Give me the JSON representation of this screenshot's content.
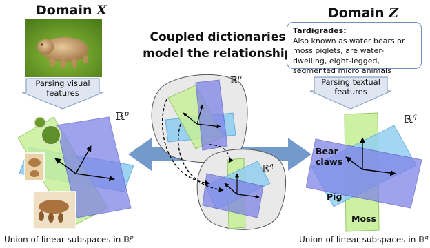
{
  "left": {
    "title_prefix": "Domain ",
    "title_var": "X",
    "arrow_label_line1": "Parsing visual",
    "arrow_label_line2": "features",
    "space_label": "ℝ",
    "space_sup": "p",
    "caption": "Union of linear subspaces in ℝ",
    "caption_sup": "p"
  },
  "center": {
    "title_line1": "Coupled dictionaries",
    "title_line2": "model the relationship",
    "top_space_label": "ℝ",
    "top_space_sup": "p",
    "bottom_space_label": "ℝ",
    "bottom_space_sup": "q"
  },
  "right": {
    "title_prefix": "Domain ",
    "title_var": "Z",
    "textbox_title": "Tardigrades",
    "textbox_body": "Also known as water bears or moss piglets, are water-dwelling, eight-legged, segmented micro animals",
    "arrow_label_line1": "Parsing textual",
    "arrow_label_line2": "features",
    "space_label": "ℝ",
    "space_sup": "q",
    "label_bear": "Bear",
    "label_claws": "claws",
    "label_pig": "Pig",
    "label_moss": "Moss",
    "caption": "Union of linear subspaces in ℝ",
    "caption_sup": "q"
  },
  "colors": {
    "green": "#c7f09a",
    "cyan": "#93cff1",
    "purple": "#7f83e6",
    "blob": "#e9e9e9",
    "arrow": "#6d93c8",
    "down_arrow_fill": "#dfe6f2",
    "down_arrow_stroke": "#8aa2c4"
  }
}
